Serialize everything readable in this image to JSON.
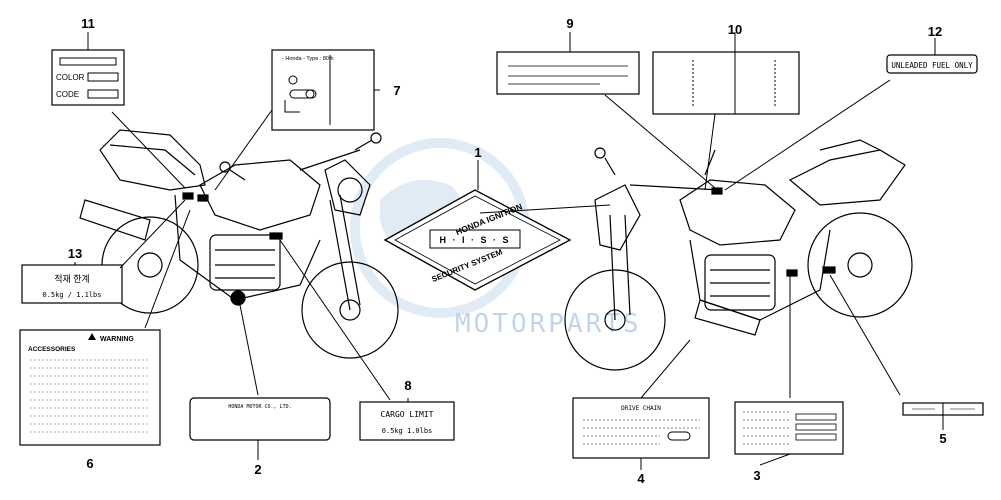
{
  "callouts": [
    "11",
    "7",
    "13",
    "6",
    "2",
    "8",
    "9",
    "10",
    "12",
    "1",
    "4",
    "3",
    "5"
  ],
  "label_11": {
    "color": "COLOR",
    "code": "CODE"
  },
  "label_7": {
    "header": "- Honda - Type : 80th"
  },
  "label_13": {
    "title": "적재 한계",
    "weight": "0.5kg  /  1.1lbs"
  },
  "label_6": {
    "warning": "WARNING",
    "accessories": "ACCESSORIES"
  },
  "label_2": {
    "text": "HONDA MOTOR CO., LTD."
  },
  "label_8": {
    "title": "CARGO LIMIT",
    "weight": "0.5kg     1.0lbs"
  },
  "label_12": {
    "text": "UNLEADED FUEL ONLY"
  },
  "label_1": {
    "top": "HONDA  IGNITION",
    "middle": "H · I · S · S",
    "bottom": "SECURITY  SYSTEM"
  },
  "label_4": {
    "title": "DRIVE CHAIN"
  },
  "watermark": {
    "brand": "MOTORPARTS"
  },
  "colors": {
    "line": "#000000",
    "watermark": "#8fb4d8",
    "watermark_light": "#c7dbee"
  }
}
